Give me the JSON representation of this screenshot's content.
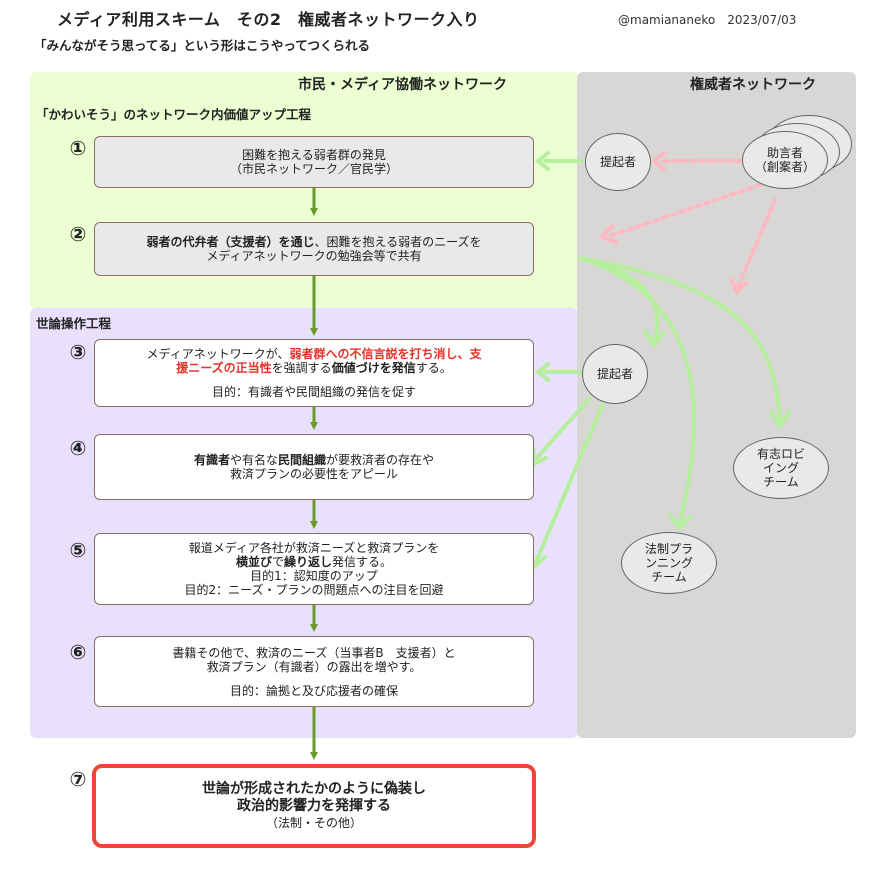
{
  "header": {
    "title": "メディア利用スキーム　その2　権威者ネットワーク入り",
    "author_date": "@mamiananeko　2023/07/03",
    "subtitle": "「みんながそう思ってる」という形はこうやってつくられる"
  },
  "regions": {
    "citizen_media": "市民・メディア協働ネットワーク",
    "authority": "権威者ネットワーク",
    "value_up_section": "「かわいそう」のネットワーク内価値アップ工程",
    "opinion_section": "世論操作工程"
  },
  "steps": [
    {
      "num": "①",
      "lines": [
        "困難を抱える弱者群の発見",
        "（市民ネットワーク／官民学）"
      ]
    },
    {
      "num": "②",
      "line1_bold": "弱者の代弁者（支援者）を通じ",
      "line1_rest": "、困難を抱える弱者のニーズを",
      "line2": "メディアネットワークの勉強会等で共有"
    },
    {
      "num": "③",
      "l1_a": "メディアネットワークが、",
      "l1_red": "弱者群への不信言説を打ち消し、支",
      "l2_red": "援ニーズの正当性",
      "l2_b": "を強調する",
      "l2_bold": "価値づけを発信",
      "l2_c": "する。",
      "purpose": "目的：有識者や民間組織の発信を促す"
    },
    {
      "num": "④",
      "l1_b1": "有識者",
      "l1_a": "や有名な",
      "l1_b2": "民間組織",
      "l1_c": "が要救済者の存在や",
      "l2": "救済プランの必要性をアピール"
    },
    {
      "num": "⑤",
      "l1": "報道メディア各社が救済ニーズと救済プランを",
      "l2_b1": "横並び",
      "l2_a": "で",
      "l2_b2": "繰り返し",
      "l2_c": "発信する。",
      "l3": "目的1：認知度のアップ",
      "l4": "目的2：ニーズ・プランの問題点への注目を回避"
    },
    {
      "num": "⑥",
      "l1": "書籍その他で、救済のニーズ（当事者B　支援者）と",
      "l2": "救済プラン（有識者）の露出を増やす。",
      "purpose": "目的：論拠と及び応援者の確保"
    }
  ],
  "final": {
    "num": "⑦",
    "l1": "世論が形成されたかのように偽装し",
    "l2": "政治的影響力を発揮する",
    "l3": "（法制・その他）"
  },
  "nodes": {
    "proposer_top": "提起者",
    "advisor_l1": "助言者",
    "advisor_l2": "（創案者）",
    "proposer_mid": "提起者",
    "lobby_l1": "有志ロビ",
    "lobby_l2": "イング",
    "lobby_l3": "チーム",
    "legal_l1": "法制プラ",
    "legal_l2": "ンニング",
    "legal_l3": "チーム"
  },
  "colors": {
    "green_region": "#ecffd3",
    "purple_region": "#e9e0fb",
    "gray_region": "#d9d7d6",
    "flow_arrow": "#6a9a2c",
    "light_green_arrow": "#b5ef9e",
    "pink_dotted": "#ffb7c0",
    "highlight_red": "#f0443a"
  }
}
